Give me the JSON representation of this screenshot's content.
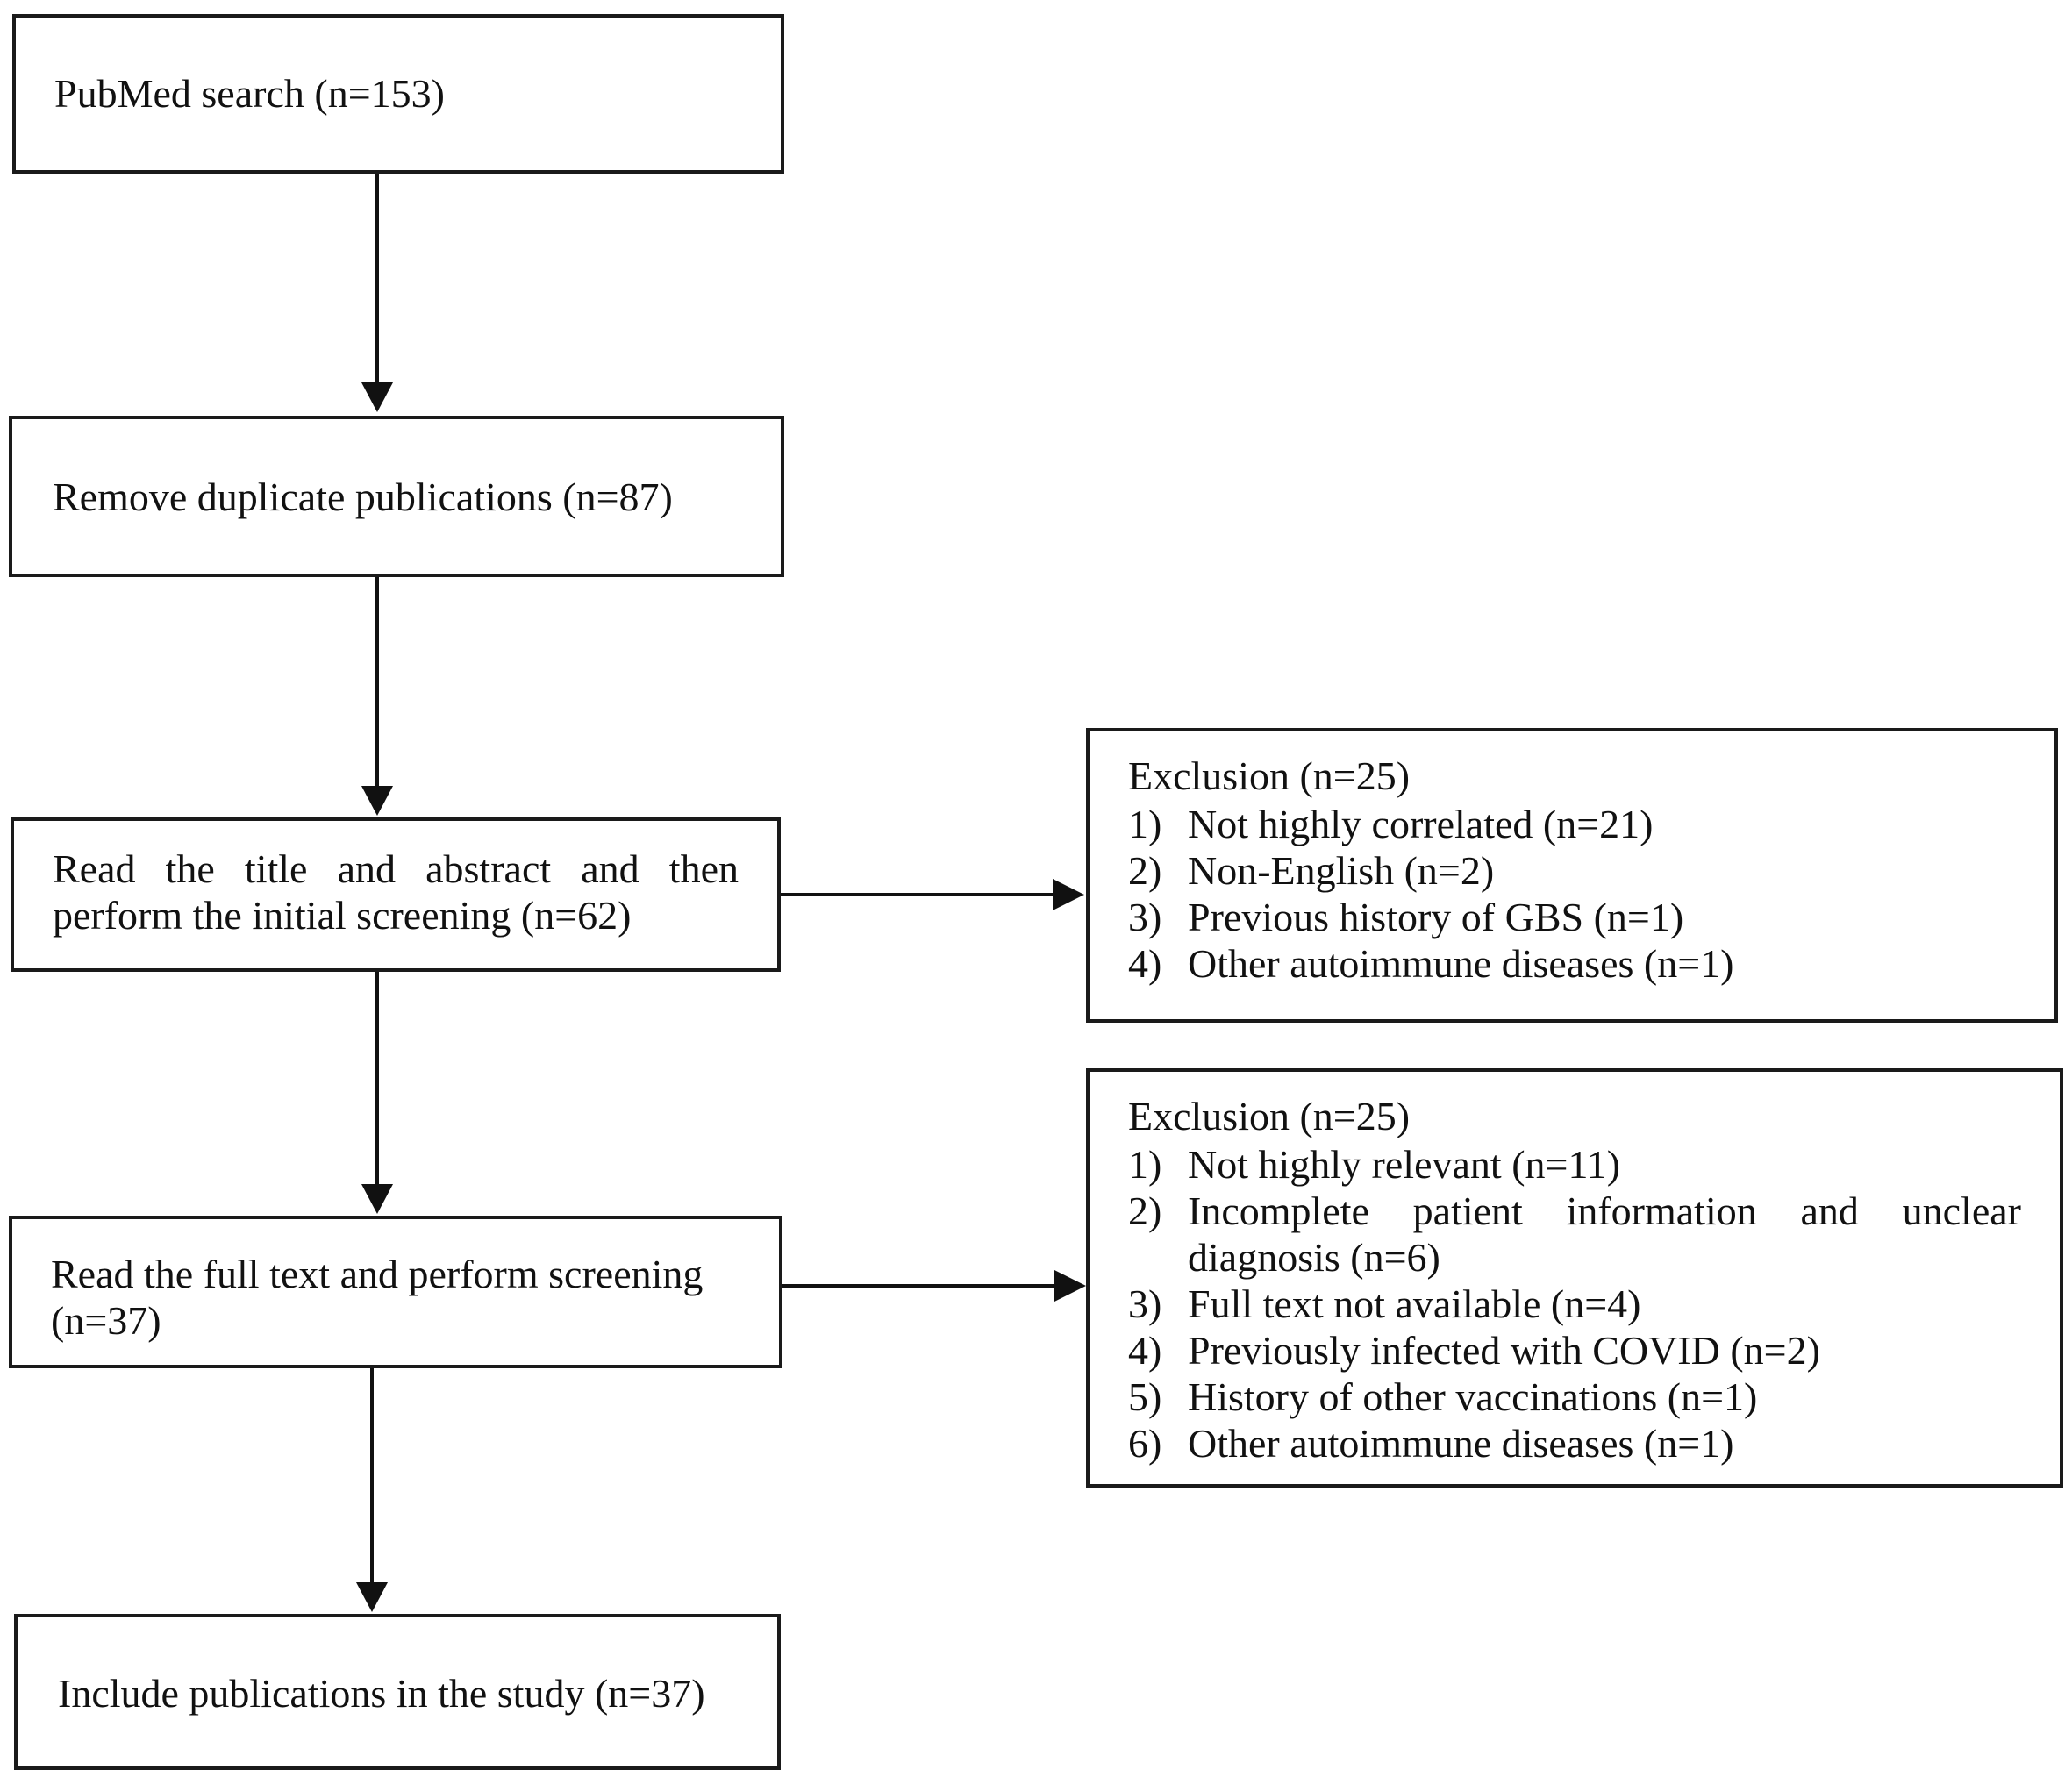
{
  "flow": {
    "pubmed": "PubMed search (n=153)",
    "dedup": "Remove duplicate publications (n=87)",
    "title_screen": "Read the title and abstract and then perform the initial screening (n=62)",
    "fulltext": "Read the full text and perform screening (n=37)",
    "include": "Include publications in the study (n=37)"
  },
  "exclusion1": {
    "title": "Exclusion (n=25)",
    "items": [
      {
        "num": "1)",
        "text": "Not highly correlated (n=21)"
      },
      {
        "num": "2)",
        "text": "Non-English (n=2)"
      },
      {
        "num": "3)",
        "text": "Previous history of GBS (n=1)"
      },
      {
        "num": "4)",
        "text": "Other autoimmune diseases (n=1)"
      }
    ]
  },
  "exclusion2": {
    "title": "Exclusion (n=25)",
    "items": [
      {
        "num": "1)",
        "text": "Not highly relevant (n=11)"
      },
      {
        "num": "2)",
        "text": "Incomplete patient information and unclear diagnosis (n=6)"
      },
      {
        "num": "3)",
        "text": "Full text not available (n=4)"
      },
      {
        "num": "4)",
        "text": "Previously infected with COVID (n=2)"
      },
      {
        "num": "5)",
        "text": "History of other vaccinations (n=1)"
      },
      {
        "num": "6)",
        "text": "Other autoimmune diseases (n=1)"
      }
    ]
  }
}
